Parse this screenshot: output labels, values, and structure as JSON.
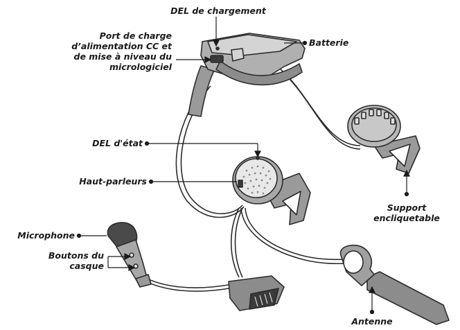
{
  "labels": {
    "charging_led": "DEL de chargement",
    "dc_port_line1": "Port de charge",
    "dc_port_line2": "d’alimentation CC et",
    "dc_port_line3": "de mise à niveau du",
    "dc_port_line4": "micrologiciel",
    "battery": "Batterie",
    "status_led": "DEL d'état",
    "speakers": "Haut-parleurs",
    "clip_mount_line1": "Support",
    "clip_mount_line2": "encliquetable",
    "microphone": "Microphone",
    "headset_buttons_line1": "Boutons du",
    "headset_buttons_line2": "casque",
    "antenna": "Antenne"
  },
  "colors": {
    "outline": "#2b2b2b",
    "body_fill": "#9a9a9a",
    "light_fill": "#c8c8c8",
    "speaker_fill": "#e8e8e8",
    "dark_fill": "#3a3a3a",
    "leader": "#1a1a1a"
  }
}
